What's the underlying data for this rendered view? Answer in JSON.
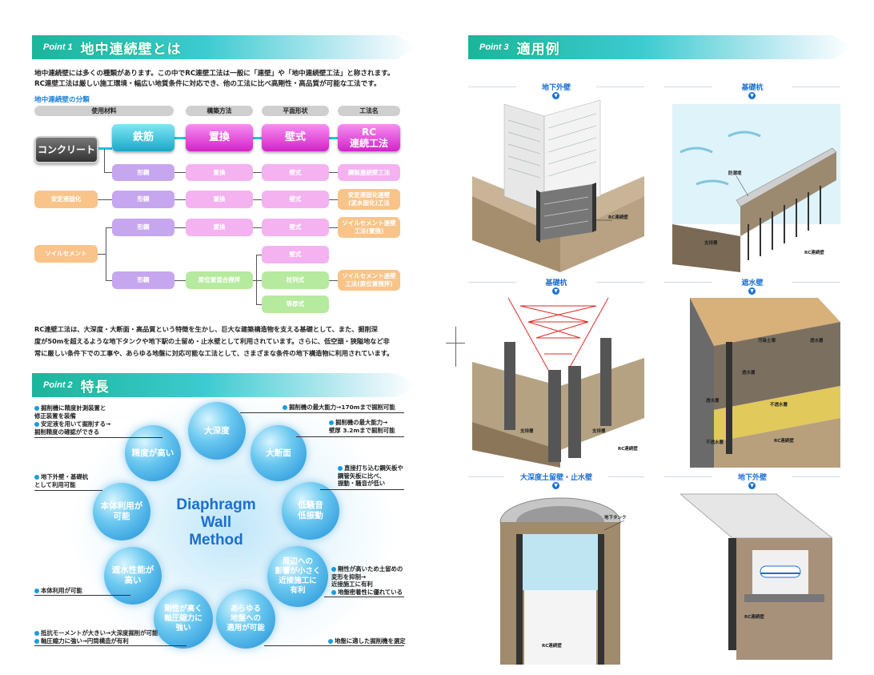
{
  "point1": {
    "label": "Point 1",
    "title": "地中連続壁とは",
    "intro_line1": "地中連続壁には多くの種類があります。この中でRC連壁工法は一般に「連壁」や「地中連続壁工法」と称されます。",
    "intro_line2": "RC連壁工法は厳しい施工環境・幅広い地質条件に対応でき、他の工法に比べ高剛性・高品質が可能な工法です。",
    "classification_title": "地中連続壁の分類",
    "columns": [
      "使用材料",
      "構築方法",
      "平面形状",
      "工法名"
    ],
    "main_row": {
      "material": "コンクリート",
      "steel": "鉄筋",
      "method": "置換",
      "shape": "壁式",
      "name": "RC\n連続工法"
    },
    "row2": {
      "steel": "形鋼",
      "method": "置換",
      "shape": "壁式",
      "name": "鋼製連続壁工法"
    },
    "row3": {
      "material": "安定液固化",
      "steel": "形鋼",
      "method": "置換",
      "shape": "壁式",
      "name": "安定液固化連壁\n(泥水固化)工法"
    },
    "row4": {
      "material": "ソイルセメント",
      "steel": "形鋼",
      "method": "置換",
      "shape": "壁式",
      "name": "ソイルセメント連壁\n工法(置換)"
    },
    "row5": {
      "steel": "形鋼",
      "method": "原位置混合撹拌",
      "shape1": "壁式",
      "shape2": "柱列式",
      "shape3": "等厚式",
      "name": "ソイルセメント連壁\n工法(原位置撹拌)"
    },
    "summary_line1": "RC連壁工法は、大深度・大断面・高品質という特徴を生かし、巨大な建築構造物を支える基礎として、また、掘削深",
    "summary_line2": "度が50mを超えるような地下タンクや地下駅の土留め・止水壁として利用されています。さらに、低空頭・狭隘地など非",
    "summary_line3": "常に厳しい条件下での工事や、あらゆる地盤に対応可能な工法として、さまざまな条件の地下構造物に利用されています。"
  },
  "point2": {
    "label": "Point 2",
    "title": "特長",
    "center_lines": [
      "Diaphragm",
      "Wall",
      "Method"
    ],
    "bubbles": [
      "大深度",
      "大断面",
      "低騒音\n低振動",
      "周辺への\n影響が小さく\n近接施工に\n有利",
      "あらゆる\n地盤への\n適用が可能",
      "剛性が高く\n軸圧縮力に\n強い",
      "遮水性能が\n高い",
      "本体利用が\n可能",
      "精度が高い"
    ],
    "notes": {
      "n1": "掘削機の最大能力→170mまで掘削可能",
      "n2": "掘削機の最大能力→\n壁厚 3.2mまで掘削可能",
      "n3": "直接打ち込む鋼矢板や\n鋼管矢板に比べ、\n振動・騒音が低い",
      "n4a": "剛性が高いため土留めの\n変形を抑制→\n近接施工に有利",
      "n4b": "地盤密着性に優れている",
      "n5": "地盤に適した掘削機を選定",
      "n6a": "抵抗モーメントが大きい→大深度掘削が可能",
      "n6b": "軸圧縮力に強い→円筒構造が有利",
      "n7": "本体利用が可能",
      "n8": "地下外壁・基礎杭\nとして利用可能",
      "n9a": "掘削機に精度計測装置と\n修正装置を装備",
      "n9b": "安定液を用いて掘削する→\n掘削精度の確認ができる"
    }
  },
  "point3": {
    "label": "Point 3",
    "title": "適用例",
    "examples": [
      "地下外壁",
      "基礎杭",
      "基礎杭",
      "遮水壁",
      "大深度土留壁・止水壁",
      "地下外壁"
    ],
    "tags": {
      "rc_wall": "RC連続壁",
      "breakwater": "防潮堤",
      "support_layer": "支持層",
      "contaminated": "汚染土壌",
      "permeable": "透水層",
      "impermeable": "不透水層",
      "tank": "地下タンク"
    }
  }
}
